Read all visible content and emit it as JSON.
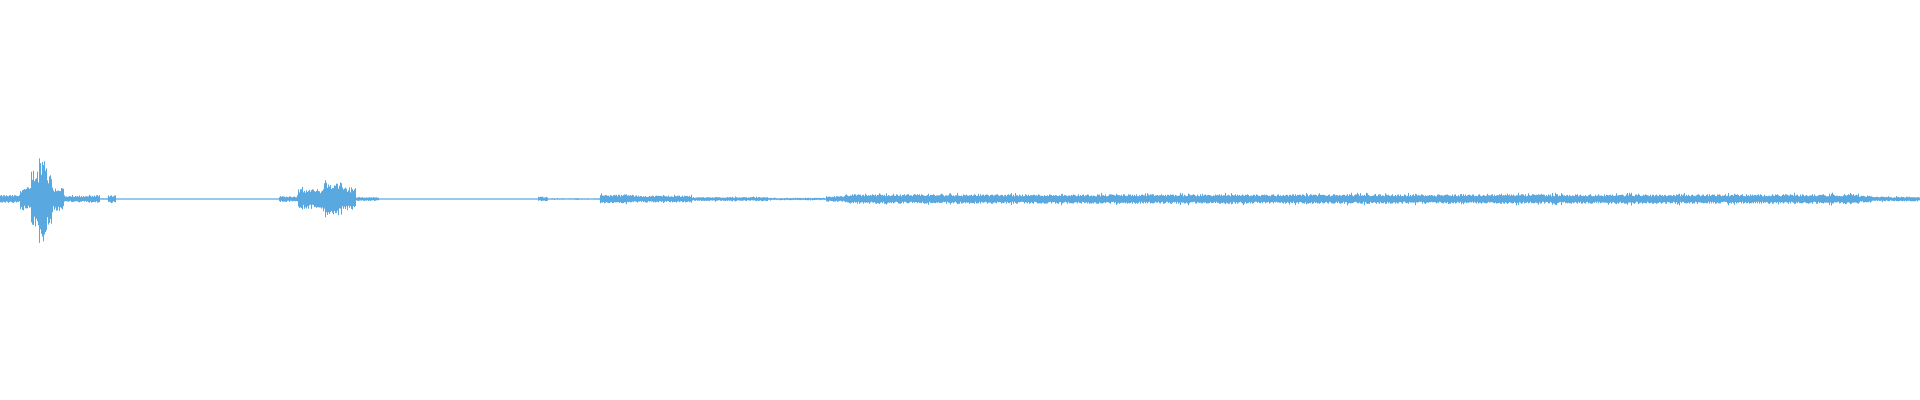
{
  "waveform": {
    "color": "#5aa8e0",
    "background": "#ffffff",
    "segments": [
      {
        "from": 0.0,
        "to": 0.01,
        "amp": 0.02
      },
      {
        "from": 0.01,
        "to": 0.016,
        "amp": 0.06
      },
      {
        "from": 0.016,
        "to": 0.02,
        "amp": 0.15
      },
      {
        "from": 0.02,
        "to": 0.024,
        "amp": 0.22
      },
      {
        "from": 0.024,
        "to": 0.027,
        "amp": 0.13
      },
      {
        "from": 0.027,
        "to": 0.033,
        "amp": 0.06
      },
      {
        "from": 0.033,
        "to": 0.045,
        "amp": 0.015
      },
      {
        "from": 0.045,
        "to": 0.052,
        "amp": 0.02
      },
      {
        "from": 0.052,
        "to": 0.056,
        "amp": 0.004
      },
      {
        "from": 0.056,
        "to": 0.06,
        "amp": 0.018
      },
      {
        "from": 0.06,
        "to": 0.145,
        "amp": 0.002
      },
      {
        "from": 0.145,
        "to": 0.155,
        "amp": 0.015
      },
      {
        "from": 0.155,
        "to": 0.168,
        "amp": 0.05
      },
      {
        "from": 0.168,
        "to": 0.178,
        "amp": 0.085
      },
      {
        "from": 0.178,
        "to": 0.185,
        "amp": 0.06
      },
      {
        "from": 0.185,
        "to": 0.197,
        "amp": 0.01
      },
      {
        "from": 0.197,
        "to": 0.28,
        "amp": 0.002
      },
      {
        "from": 0.28,
        "to": 0.285,
        "amp": 0.012
      },
      {
        "from": 0.285,
        "to": 0.312,
        "amp": 0.004
      },
      {
        "from": 0.312,
        "to": 0.33,
        "amp": 0.022
      },
      {
        "from": 0.33,
        "to": 0.36,
        "amp": 0.018
      },
      {
        "from": 0.36,
        "to": 0.4,
        "amp": 0.01
      },
      {
        "from": 0.4,
        "to": 0.43,
        "amp": 0.006
      },
      {
        "from": 0.43,
        "to": 0.44,
        "amp": 0.015
      },
      {
        "from": 0.44,
        "to": 0.96,
        "amp": 0.024
      },
      {
        "from": 0.96,
        "to": 0.968,
        "amp": 0.03
      },
      {
        "from": 0.968,
        "to": 0.975,
        "amp": 0.018
      },
      {
        "from": 0.975,
        "to": 1.0,
        "amp": 0.012
      }
    ]
  }
}
